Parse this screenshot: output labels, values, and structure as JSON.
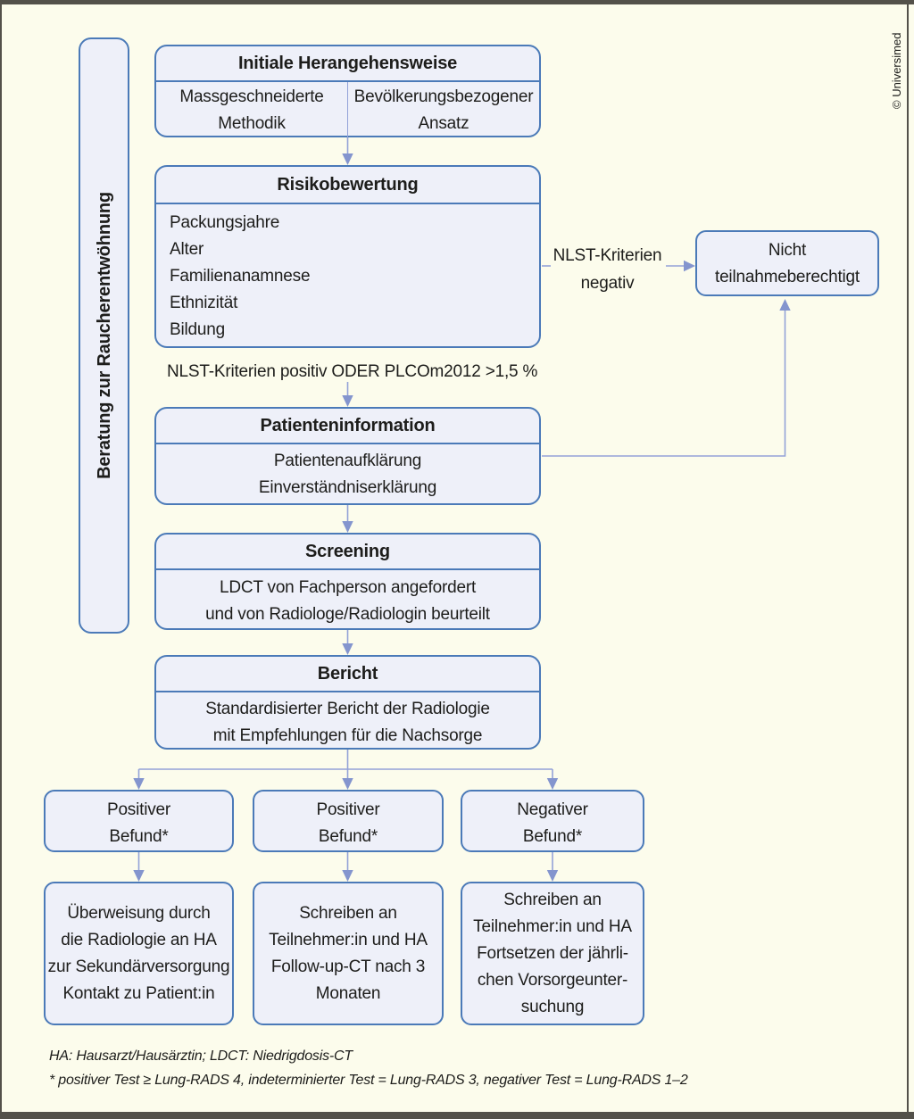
{
  "figure": {
    "credit": "© Universimed",
    "colors": {
      "background": "#fcfcec",
      "frame": "#53514a",
      "box_fill": "#eef0f9",
      "box_border": "#4b7ab8",
      "connector": "#93a2d8",
      "arrowhead": "#8495ce",
      "text": "#1d1d1b"
    },
    "sidebar_label": "Beratung zur Raucherentwöhnung",
    "boxes": {
      "initial": {
        "title": "Initiale Herangehensweise",
        "left": [
          "Massgeschneiderte",
          "Methodik"
        ],
        "right": [
          "Bevölkerungsbezogener",
          "Ansatz"
        ]
      },
      "risk": {
        "title": "Risikobewertung",
        "items": [
          "Packungsjahre",
          "Alter",
          "Familienanamnese",
          "Ethnizität",
          "Bildung"
        ]
      },
      "patient_info": {
        "title": "Patienteninformation",
        "lines": [
          "Patientenaufklärung",
          "Einverständniserklärung"
        ]
      },
      "screening": {
        "title": "Screening",
        "lines": [
          "LDCT von Fachperson angefordert",
          "und von Radiologe/Radiologin beurteilt"
        ]
      },
      "report": {
        "title": "Bericht",
        "lines": [
          "Standardisierter Bericht der Radiologie",
          "mit Empfehlungen für die Nachsorge"
        ]
      },
      "not_eligible": {
        "lines": [
          "Nicht",
          "teilnahmeberechtigt"
        ]
      }
    },
    "labels": {
      "nlst_negative": [
        "NLST-Kriterien",
        "negativ"
      ],
      "nlst_positive": "NLST-Kriterien positiv ODER PLCOm2012 >1,5 %"
    },
    "outcomes": [
      {
        "finding": [
          "Positiver",
          "Befund*"
        ],
        "action": [
          "Überweisung durch",
          "die Radiologie an HA",
          "zur Sekundärversorgung",
          "Kontakt zu Patient:in"
        ]
      },
      {
        "finding": [
          "Positiver",
          "Befund*"
        ],
        "action": [
          "Schreiben an",
          "Teilnehmer:in und HA",
          "Follow-up-CT nach 3",
          "Monaten"
        ]
      },
      {
        "finding": [
          "Negativer",
          "Befund*"
        ],
        "action": [
          "Schreiben an",
          "Teilnehmer:in und HA",
          "Fortsetzen der jährli-",
          "chen Vorsorgeunter-",
          "suchung"
        ]
      }
    ],
    "footnotes": [
      "HA: Hausarzt/Hausärztin; LDCT: Niedrigdosis-CT",
      "* positiver Test ≥ Lung-RADS 4, indeterminierter Test = Lung-RADS 3, negativer Test = Lung-RADS 1–2"
    ]
  }
}
